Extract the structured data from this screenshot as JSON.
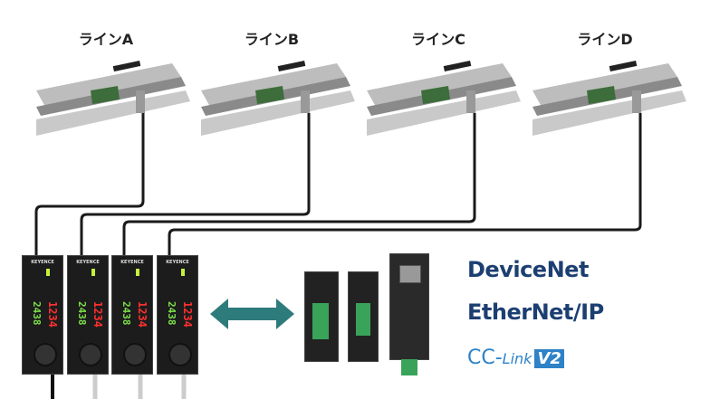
{
  "lines": [
    {
      "label": "ラインA"
    },
    {
      "label": "ラインB"
    },
    {
      "label": "ラインC"
    },
    {
      "label": "ラインD"
    }
  ],
  "amplifiers": [
    {
      "brand": "KEYENCE",
      "green_display": "2438",
      "red_display": "1234"
    },
    {
      "brand": "KEYENCE",
      "green_display": "2438",
      "red_display": "1234"
    },
    {
      "brand": "KEYENCE",
      "green_display": "2438",
      "red_display": "1234"
    },
    {
      "brand": "KEYENCE",
      "green_display": "2438",
      "red_display": "1234"
    }
  ],
  "networks": {
    "devicenet": "DeviceNet",
    "ethernetip": "EtherNet/IP",
    "cclink_cc": "CC-",
    "cclink_link": "Link",
    "cclink_v2": "V2"
  },
  "colors": {
    "arrow": "#2e7b7b",
    "network_text": "#1c3f72",
    "cclink": "#2d82c8",
    "accent": "#f2b619"
  }
}
